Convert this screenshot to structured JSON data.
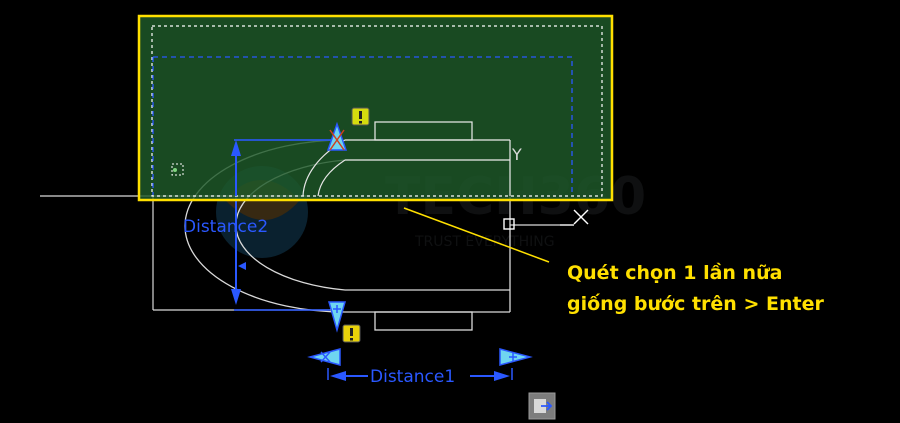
{
  "dimensions": {
    "distance1_label": "Distance1",
    "distance2_label": "Distance2"
  },
  "axis": {
    "y_label": "Y"
  },
  "watermark": {
    "brand": "TECH360",
    "tagline": "TRUST EVERYTHING"
  },
  "annotation": {
    "line1": "Quét chọn 1 lần nữa",
    "line2": "giống bước trên > Enter"
  },
  "icons": {
    "warning": "warning-badge-icon",
    "grip_arrow": "grip-arrow-icon",
    "cursor": "crosshair-cursor-icon",
    "tool": "stretch-tool-icon"
  },
  "colors": {
    "selection_border": "#ffe000",
    "selection_fill": "#1e5a2a",
    "dimension_blue": "#2a58ff",
    "geometry": "#d9d9d9",
    "grip_cyan": "#6fd5f0",
    "warning_yellow": "#e8d20a"
  }
}
